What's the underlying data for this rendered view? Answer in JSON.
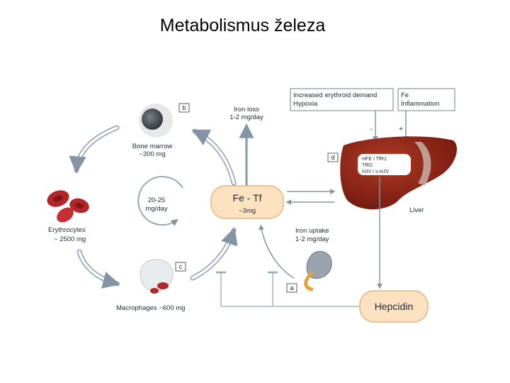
{
  "title": "Metabolismus železa",
  "diagram": {
    "bone_marrow": {
      "tag": "b",
      "label": "Bone marrow",
      "amount": "~300 mg"
    },
    "iron_loss": {
      "line1": "Iron loss",
      "line2": "1-2 mg/day"
    },
    "regulators": {
      "left": {
        "line1": "Increased erythroid demand",
        "line2": "Hypoxia"
      },
      "right": {
        "line1": "Fe",
        "line2": "Inflammation"
      },
      "minus": "-",
      "plus": "+"
    },
    "cycle": {
      "line1": "20-25",
      "line2": "mg/day"
    },
    "center": {
      "line1": "Fe - Tf",
      "line2": "~3mg"
    },
    "erythrocytes": {
      "label": "Erythrocytes",
      "amount": "~ 2500 mg"
    },
    "liver": {
      "tag": "d",
      "label": "Liver",
      "genes": [
        "HFE / TfR1",
        "TfR2",
        "HJV / s-HJV"
      ],
      "plus": "+"
    },
    "iron_uptake": {
      "line1": "Iron uptake",
      "line2": "1-2 mg/day"
    },
    "macrophages": {
      "tag": "c",
      "label": "Macrophages ~600 mg"
    },
    "duodenum": {
      "tag": "a"
    },
    "hepcidin": {
      "label": "Hepcidin"
    }
  },
  "colors": {
    "center_fill": "#fde2c2",
    "liver": "#8a1f12",
    "arrow": "#9aa8b6",
    "rbc": "#b3262a"
  }
}
